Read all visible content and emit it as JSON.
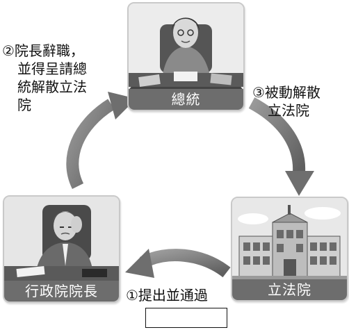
{
  "cards": {
    "president": "總統",
    "legislature": "立法院",
    "premier": "行政院院長"
  },
  "steps": {
    "step2": [
      "②院長辭職，",
      "並得呈請總",
      "統解散立法",
      "院"
    ],
    "step3": [
      "③被動解散",
      "立法院"
    ],
    "step1": "①提出並通過"
  },
  "colors": {
    "caption_bg": "#6d6d6d",
    "arrow": "#7a7a7a"
  }
}
